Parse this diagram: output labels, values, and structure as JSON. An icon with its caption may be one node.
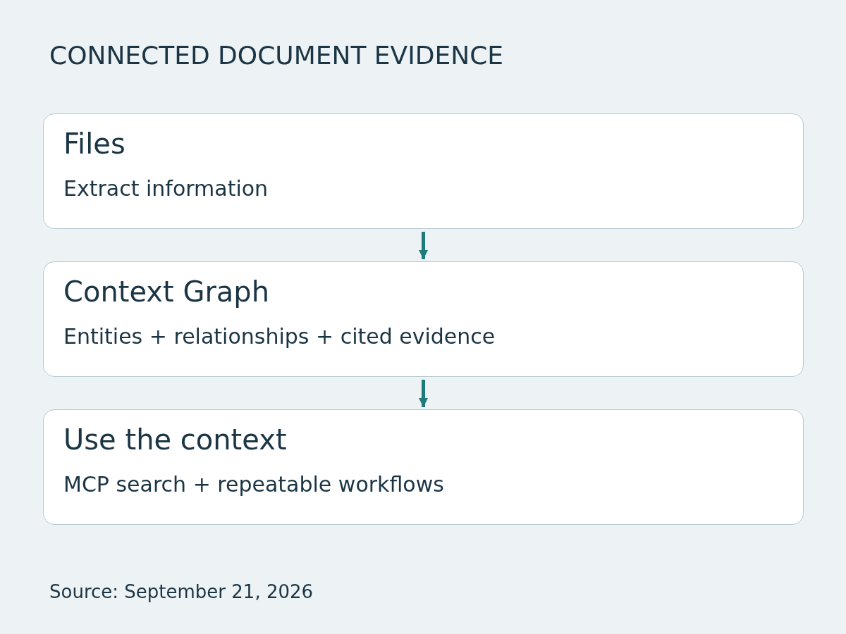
{
  "diagram": {
    "title": "CONNECTED DOCUMENT EVIDENCE",
    "nodes": [
      {
        "text": [
          "Files",
          "Extract information"
        ]
      },
      {
        "text": [
          "Context Graph",
          "Entities + relationships + cited evidence"
        ]
      },
      {
        "text": [
          "Use the context",
          "MCP search + repeatable workflows"
        ]
      }
    ],
    "edges": [
      {
        "from": 0,
        "to": 1,
        "arrow": "to"
      },
      {
        "from": 1,
        "to": 2,
        "arrow": "to"
      }
    ],
    "labels": [
      "Source: September 21, 2026"
    ]
  }
}
